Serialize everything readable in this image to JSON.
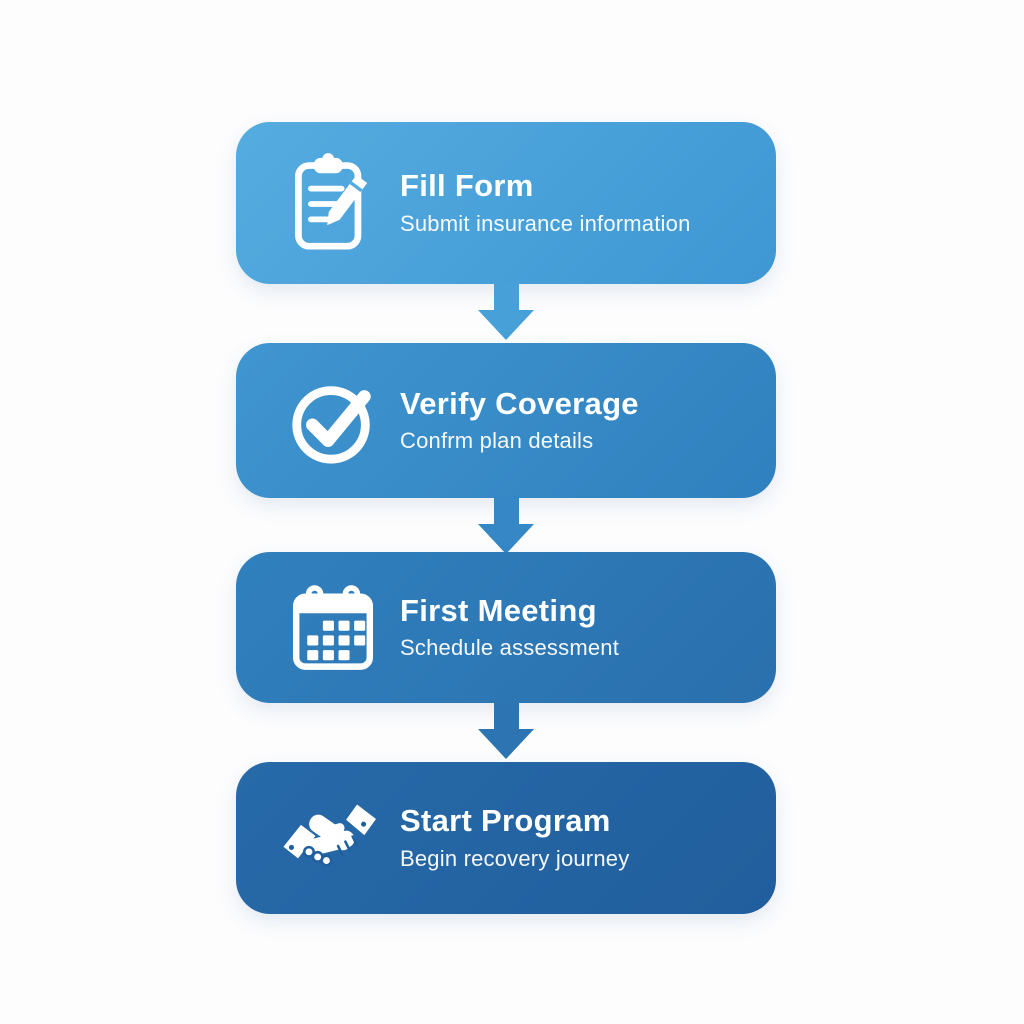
{
  "canvas": {
    "background_color": "#FDFDFE",
    "text_color": "#FFFFFF"
  },
  "steps": [
    {
      "title": "Fill Form",
      "subtitle": "Submit insurance information",
      "icon": "clipboard-pencil-icon",
      "color_top": "#55ACE0",
      "color_bottom": "#3E97D3"
    },
    {
      "title": "Verify Coverage",
      "subtitle": "Confrm plan details",
      "icon": "check-circle-icon",
      "color_top": "#4096D0",
      "color_bottom": "#2F80BE"
    },
    {
      "title": "First Meeting",
      "subtitle": "Schedule assessment",
      "icon": "calendar-icon",
      "color_top": "#3180BE",
      "color_bottom": "#2970AD"
    },
    {
      "title": "Start Program",
      "subtitle": "Begin recovery journey",
      "icon": "handshake-icon",
      "color_top": "#276AA9",
      "color_bottom": "#215E9D"
    }
  ],
  "arrows": [
    {
      "direction": "down",
      "color": "#47A0D8"
    },
    {
      "direction": "down",
      "color": "#3587C5"
    },
    {
      "direction": "down",
      "color": "#2C74B2"
    }
  ]
}
